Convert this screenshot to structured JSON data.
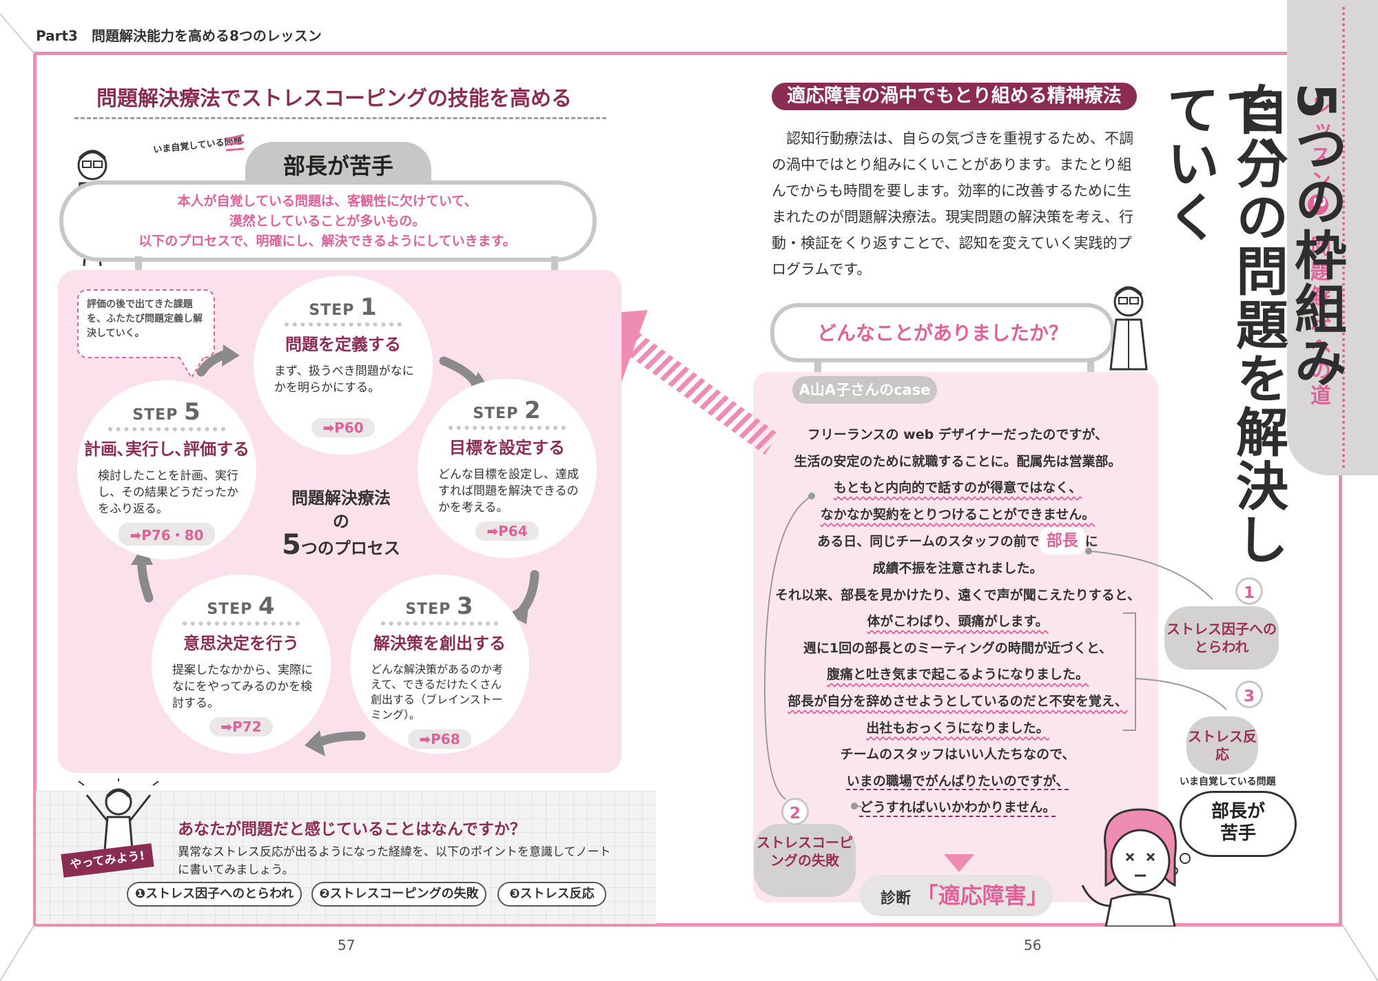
{
  "header": {
    "running_title": "Part3　問題解決能力を高める8つのレッスン"
  },
  "page_numbers": {
    "left": "57",
    "right": "56"
  },
  "tab": {
    "lesson_label": "レッスン",
    "lesson_num": "2",
    "lesson_title": "問題解決への道"
  },
  "main_title": {
    "line1": "5つの枠組みで、",
    "line2": "自分の問題を解決していく"
  },
  "right": {
    "section_heading": "適応障害の渦中でもとり組める精神療法",
    "paragraph": "認知行動療法は、自らの気づきを重視するため、不調の渦中ではとり組みにくいことがあります。またとり組んでからも時間を要します。効率的に改善するために生まれたのが問題解決療法。現実問題の解決策を考え、行動・検証をくり返すことで、認知を変えていく実践的プログラムです。",
    "question_bubble": "どんなことがありましたか？",
    "case_tag": "A山A子さんのcase",
    "case_lines": [
      {
        "text": "フリーランスの web デザイナーだったのですが、",
        "style": ""
      },
      {
        "text": "生活の安定のために就職することに。配属先は営業部。",
        "style": ""
      },
      {
        "text": "もともと内向的で話すのが得意ではなく、",
        "style": "wavy"
      },
      {
        "text": "なかなか契約をとりつけることができません。",
        "style": "wavy"
      },
      {
        "text_before": "ある日、同じチームのスタッフの前で",
        "highlight": "部長",
        "text_after": "に",
        "style": ""
      },
      {
        "text": "成績不振を注意されました。",
        "style": ""
      },
      {
        "text": "それ以来、部長を見かけたり、遠くで声が聞こえたりすると、",
        "style": ""
      },
      {
        "text": "体がこわばり、頭痛がします。",
        "style": "wavy"
      },
      {
        "text": "週に1回の部長とのミーティングの時間が近づくと、",
        "style": ""
      },
      {
        "text": "腹痛と吐き気まで起こるようになりました。",
        "style": "wavy"
      },
      {
        "text": "部長が自分を辞めさせようとしているのだと不安を覚え、",
        "style": "wavy"
      },
      {
        "text": "出社もおっくうになりました。",
        "style": "wavy"
      },
      {
        "text": "チームのスタッフはいい人たちなので、",
        "style": ""
      },
      {
        "text": "いまの職場でがんばりたいのですが、",
        "style": "dashu"
      },
      {
        "text": "どうすればいいかわかりません。",
        "style": "dashu"
      }
    ],
    "callouts": [
      {
        "num": "1",
        "label": "ストレス因子へのとらわれ"
      },
      {
        "num": "3",
        "label": "ストレス反応"
      },
      {
        "num": "2",
        "label": "ストレスコーピングの失敗"
      }
    ],
    "thought": {
      "small": "いま自覚している問題",
      "text": "部長が苦手"
    },
    "diagnosis": {
      "label": "診断",
      "value": "「適応障害」"
    }
  },
  "left": {
    "heading": "問題解決療法でストレスコーピングの技能を高める",
    "problem_small": "いま自覚している問題",
    "problem_title": "部長が苦手",
    "problem_lines": [
      "本人が自覚している問題は、客観性に欠けていて、",
      "漠然としていることが多いもの。",
      "以下のプロセスで、明確にし、解決できるようにしていきます。"
    ],
    "memo": "評価の後で出てきた課題を、ふたたび問題定義し解決していく。",
    "center": {
      "l1": "問題解決療法",
      "l2": "の",
      "l3num": "5",
      "l3": "つのプロセス"
    },
    "steps": [
      {
        "label": "STEP",
        "num": "1",
        "title": "問題を定義する",
        "desc": "まず、扱うべき問題がなにかを明らかにする。",
        "ref": "➡P60"
      },
      {
        "label": "STEP",
        "num": "2",
        "title": "目標を設定する",
        "desc": "どんな目標を設定し、達成すれば問題を解決できるのかを考える。",
        "ref": "➡P64"
      },
      {
        "label": "STEP",
        "num": "3",
        "title": "解決策を創出する",
        "desc": "どんな解決策があるのか考えて、できるだけたくさん創出する（ブレインストーミング）。",
        "ref": "➡P68"
      },
      {
        "label": "STEP",
        "num": "4",
        "title": "意思決定を行う",
        "desc": "提案したなかから、実際になにをやってみるのかを検討する。",
        "ref": "➡P72"
      },
      {
        "label": "STEP",
        "num": "5",
        "title": "計画､実行し､評価する",
        "desc": "検討したことを計画、実行し、その結果どうだったかをふり返る。",
        "ref": "➡P76・80"
      }
    ],
    "try": {
      "tag": "やってみよう!",
      "question": "あなたが問題だと感じていることはなんですか？",
      "desc": "異常なストレス反応が出るようになった経緯を、以下のポイントを意識してノートに書いてみましょう。",
      "pills": [
        "❶ストレス因子へのとらわれ",
        "❷ストレスコーピングの失敗",
        "❸ストレス反応"
      ]
    }
  },
  "colors": {
    "pink": "#e0609a",
    "wine": "#8b2c52",
    "grey": "#c9c6c6",
    "panel": "#fbe1eb"
  }
}
